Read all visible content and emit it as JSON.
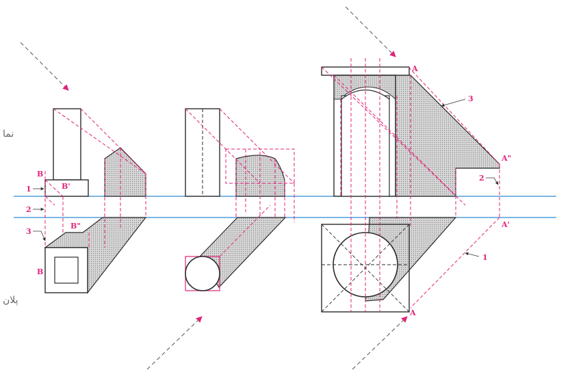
{
  "labels": {
    "view_elevation": "نما",
    "view_plan": "پلان",
    "fig1": {
      "b_left": "B",
      "b_prime": "B'",
      "b_double": "B\"",
      "b_plan": "B",
      "n1": "1",
      "n2": "2",
      "n3": "3"
    },
    "fig3": {
      "a_top": "A",
      "a_double": "A\"",
      "a_prime": "A'",
      "a_bottom": "A",
      "n1": "1",
      "n2": "2",
      "n3": "3"
    }
  },
  "colors": {
    "outline": "#2b2b2b",
    "construction": "#e0237a",
    "ground_line": "#2e8bd3",
    "shadow_fill": "#bdbdbd",
    "label": "#e0237a",
    "arrow": "#555555"
  }
}
